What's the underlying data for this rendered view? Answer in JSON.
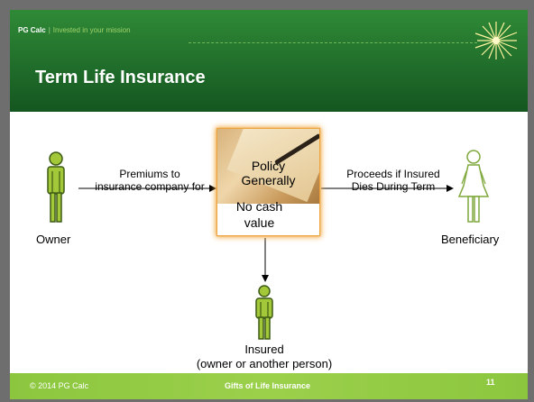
{
  "header": {
    "brand_name": "PG Calc",
    "brand_sep": "|",
    "brand_tagline": "Invested in your mission",
    "title": "Term Life Insurance"
  },
  "diagram": {
    "owner_label": "Owner",
    "premiums_line1": "Premiums to",
    "premiums_line2": "insurance company for",
    "policy_line1": "Policy",
    "policy_line2": "Generally",
    "policy_line3": "No cash",
    "policy_line4": "value",
    "proceeds_line1": "Proceeds if Insured",
    "proceeds_line2": "Dies During Term",
    "beneficiary_label": "Beneficiary",
    "insured_line1": "Insured",
    "insured_line2": "(owner or another person)",
    "colors": {
      "person_fill": "#a3c93a",
      "person_outline": "#3d5a14",
      "beneficiary_fill": "#ffffff",
      "beneficiary_outline": "#7fa83d"
    }
  },
  "footer": {
    "copyright": "© 2014 PG Calc",
    "center_title": "Gifts of Life Insurance",
    "page_number": "11"
  }
}
